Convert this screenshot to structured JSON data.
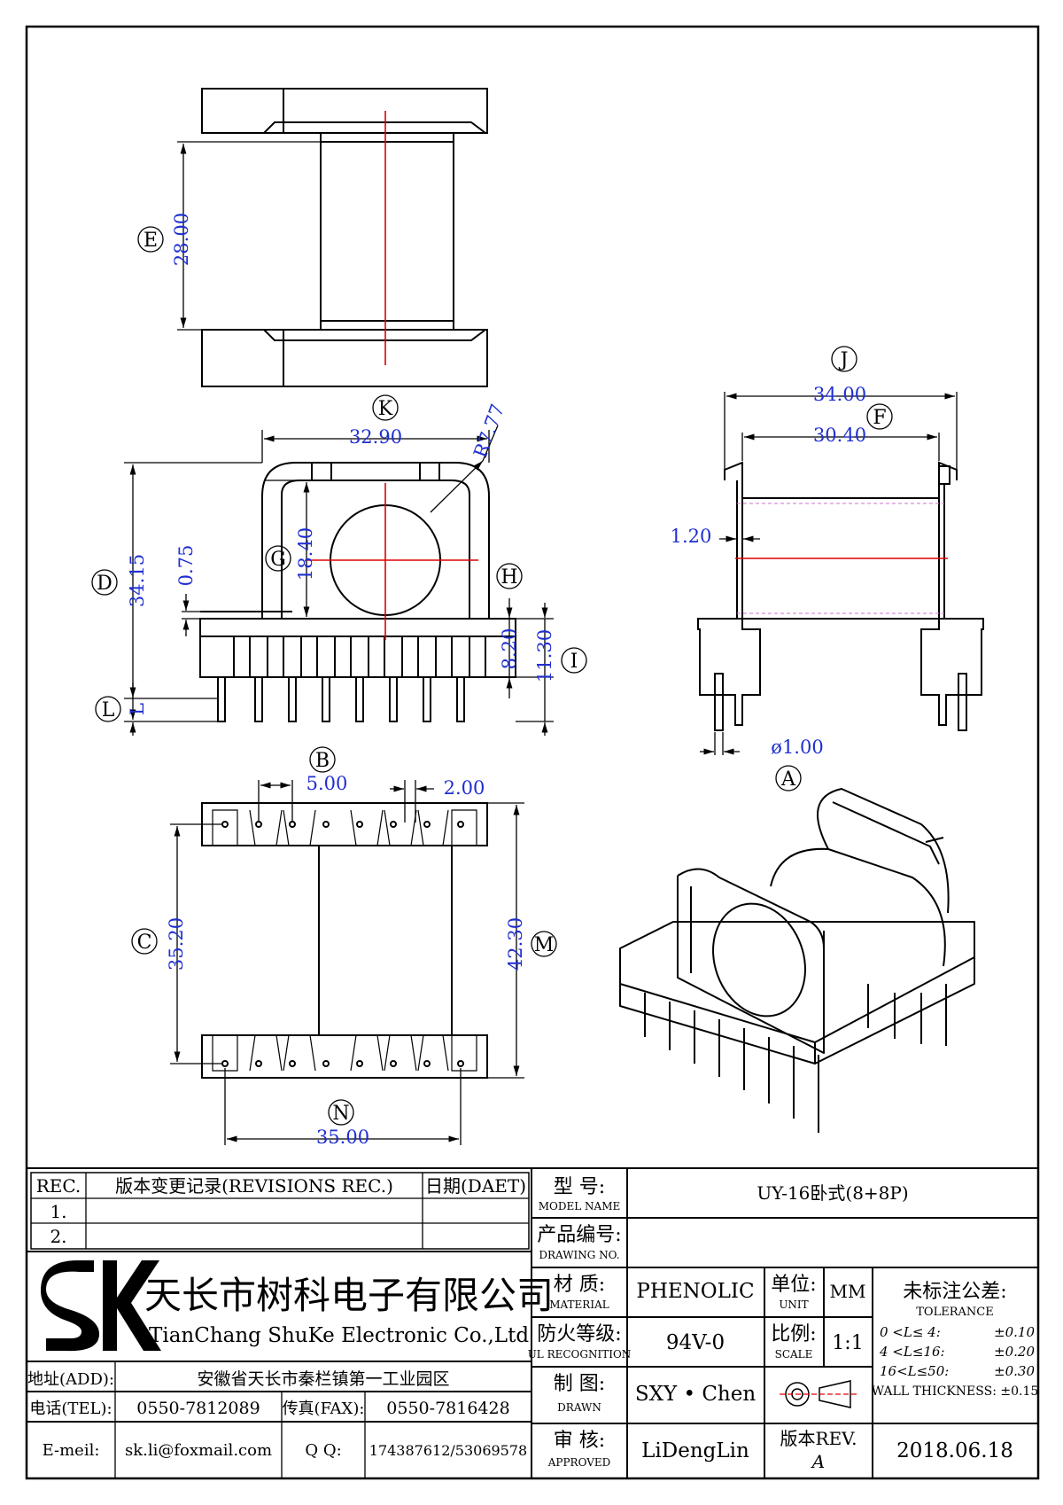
{
  "views": {
    "top": {
      "label_E": "E",
      "dim_E": "28.00"
    },
    "front": {
      "label_K": "K",
      "dim_K": "32.90",
      "dim_R": "R7.77",
      "label_D": "D",
      "dim_D": "34.15",
      "label_G": "G",
      "dim_G": "18.40",
      "dim_075": "0.75",
      "label_H": "H",
      "dim_H": "8.20",
      "label_I": "I",
      "dim_I": "11.30",
      "label_L": "L",
      "dim_L": "L"
    },
    "side": {
      "label_J": "J",
      "dim_J": "34.00",
      "label_F": "F",
      "dim_F": "30.40",
      "dim_120": "1.20",
      "dim_pin": "ø1.00",
      "label_A": "A"
    },
    "bottom": {
      "label_B": "B",
      "dim_B": "5.00",
      "dim_200": "2.00",
      "label_C": "C",
      "dim_C": "35.20",
      "label_M": "M",
      "dim_M": "42.30",
      "label_N": "N",
      "dim_N": "35.00"
    }
  },
  "revisions": {
    "col_rec": "REC.",
    "col_record": "版本变更记录(REVISIONS REC.)",
    "col_date": "日期(DAET)",
    "rows": [
      "1.",
      "2."
    ]
  },
  "company": {
    "logo": "SK",
    "name_cn": "天长市树科电子有限公司",
    "name_en": "TianChang ShuKe Electronic Co.,Ltd",
    "address_label": "地址(ADD):",
    "address": "安徽省天长市秦栏镇第一工业园区",
    "tel_label": "电话(TEL):",
    "tel": "0550-7812089",
    "fax_label": "传真(FAX):",
    "fax": "0550-7816428",
    "email_label": "E-meil:",
    "email": "sk.li@foxmail.com",
    "qq_label": "Q Q:",
    "qq": "174387612/53069578"
  },
  "title_block": {
    "model_cn": "型 号:",
    "model_en": "MODEL NAME",
    "model_value": "UY-16卧式(8+8P)",
    "drawing_cn": "产品编号:",
    "drawing_en": "DRAWING NO.",
    "drawing_value": "",
    "material_cn": "材 质:",
    "material_en": "MATERIAL",
    "material_value": "PHENOLIC",
    "unit_cn": "单位:",
    "unit_en": "UNIT",
    "unit_value": "MM",
    "ul_cn": "防火等级:",
    "ul_en": "UL RECOGNITION",
    "ul_value": "94V-0",
    "scale_cn": "比例:",
    "scale_en": "SCALE",
    "scale_value": "1:1",
    "drawn_cn": "制 图:",
    "drawn_en": "DRAWN",
    "drawn_value": "SXY • Chen",
    "approved_cn": "审 核:",
    "approved_en": "APPROVED",
    "approved_value": "LiDengLin",
    "rev_label": "版本REV.",
    "rev_value": "A",
    "date": "2018.06.18"
  },
  "tolerance": {
    "title_cn": "未标注公差:",
    "title_en": "TOLERANCE",
    "rows": [
      {
        "range": "0 <L≤ 4:",
        "value": "±0.10"
      },
      {
        "range": "4 <L≤16:",
        "value": "±0.20"
      },
      {
        "range": "16<L≤50:",
        "value": "±0.30"
      }
    ],
    "wall": "WALL THICKNESS: ±0.15"
  }
}
